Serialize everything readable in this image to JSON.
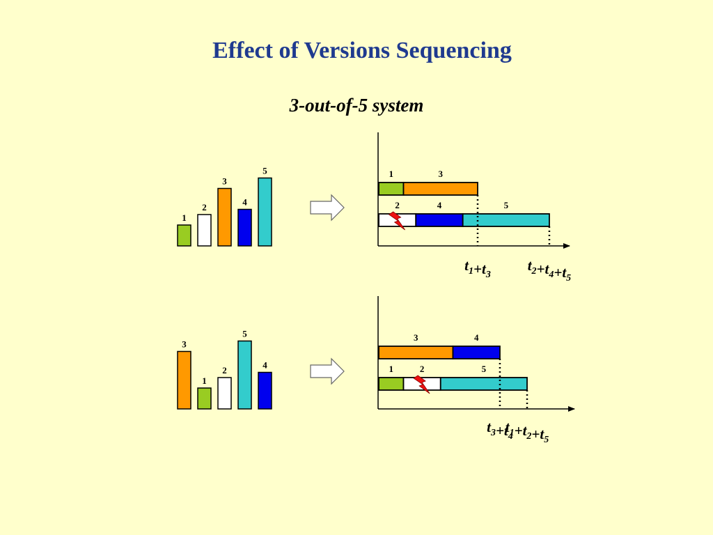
{
  "slide": {
    "title": "Effect of Versions Sequencing",
    "subtitle": "3-out-of-5 system"
  },
  "colors": {
    "background": "#FFFFCC",
    "title": "#1F3A8F",
    "version_1": "#99CC22",
    "version_2": "#FFFFFF",
    "version_3": "#FF9900",
    "version_4": "#0000EE",
    "version_5": "#33CCCC",
    "failure_bolt": "#EE1111"
  },
  "icons": [
    "right-arrow-icon",
    "lightning-failure-icon"
  ],
  "panels": [
    {
      "order_bars": [
        {
          "label": "1",
          "version": 1,
          "height": 2
        },
        {
          "label": "2",
          "version": 2,
          "height": 3
        },
        {
          "label": "3",
          "version": 3,
          "height": 5.5
        },
        {
          "label": "4",
          "version": 4,
          "height": 3.5
        },
        {
          "label": "5",
          "version": 5,
          "height": 6.5
        }
      ],
      "timeline_rows": [
        {
          "segments": [
            {
              "label": "1",
              "version": 1,
              "duration": 1
            },
            {
              "label": "3",
              "version": 3,
              "duration": 3
            }
          ]
        },
        {
          "segments": [
            {
              "label": "2",
              "version": 2,
              "duration": 1.5,
              "failed": true
            },
            {
              "label": "4",
              "version": 4,
              "duration": 1.9
            },
            {
              "label": "5",
              "version": 5,
              "duration": 3.5
            }
          ]
        }
      ],
      "markers": [
        {
          "after_row": 0,
          "parts": [
            [
              "t",
              "1"
            ],
            [
              "+t",
              "3"
            ]
          ]
        },
        {
          "after_row": 1,
          "parts": [
            [
              "t",
              "2"
            ],
            [
              "+t",
              "4"
            ],
            [
              "+t",
              "5"
            ]
          ]
        }
      ]
    },
    {
      "order_bars": [
        {
          "label": "3",
          "version": 3,
          "height": 5.5
        },
        {
          "label": "1",
          "version": 1,
          "height": 2
        },
        {
          "label": "2",
          "version": 2,
          "height": 3
        },
        {
          "label": "5",
          "version": 5,
          "height": 6.5
        },
        {
          "label": "4",
          "version": 4,
          "height": 3.5
        }
      ],
      "timeline_rows": [
        {
          "segments": [
            {
              "label": "3",
              "version": 3,
              "duration": 3
            },
            {
              "label": "4",
              "version": 4,
              "duration": 1.9
            }
          ]
        },
        {
          "segments": [
            {
              "label": "1",
              "version": 1,
              "duration": 1
            },
            {
              "label": "2",
              "version": 2,
              "duration": 1.5,
              "failed": true
            },
            {
              "label": "5",
              "version": 5,
              "duration": 3.5
            }
          ]
        }
      ],
      "markers": [
        {
          "after_row": 0,
          "parts": [
            [
              "t",
              "3"
            ],
            [
              "+t",
              "4"
            ]
          ]
        },
        {
          "after_row": 1,
          "parts": [
            [
              "t",
              "1"
            ],
            [
              "+t",
              "2"
            ],
            [
              "+t",
              "5"
            ]
          ]
        }
      ]
    }
  ]
}
